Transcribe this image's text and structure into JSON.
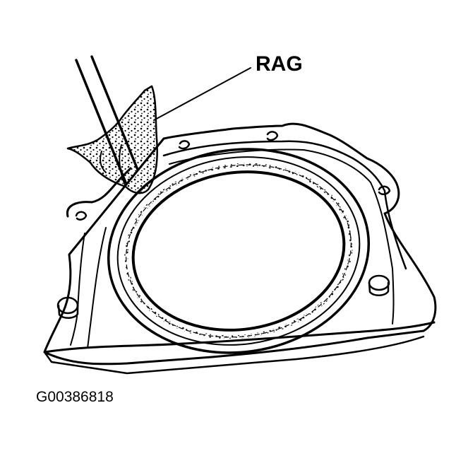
{
  "diagram": {
    "subject": "rear crankshaft oil seal retainer with seal being pried out using screwdriver and rag",
    "callouts": [
      {
        "id": "rag",
        "label": "RAG"
      }
    ],
    "figure_id": "G00386818",
    "colors": {
      "ink": "#000000",
      "background": "#ffffff"
    }
  }
}
